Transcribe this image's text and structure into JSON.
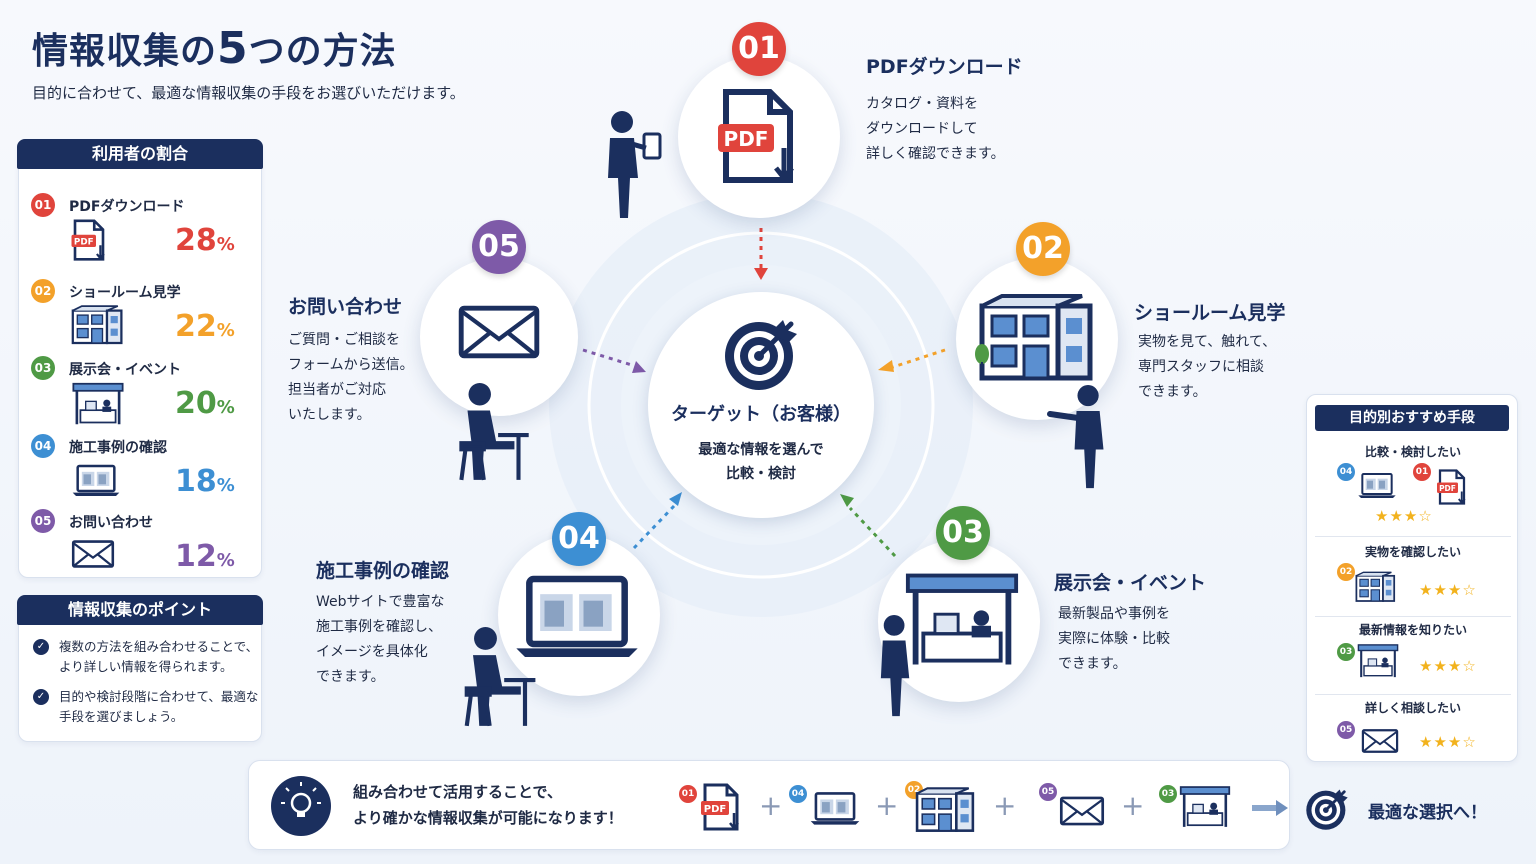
{
  "header": {
    "title_pre": "情報収集の",
    "title_num": "5",
    "title_post": "つの方法",
    "subtitle": "目的に合わせて、最適な情報収集の手段をお選びいただけます。"
  },
  "usage": {
    "title": "利用者の割合",
    "items": [
      {
        "num": "01",
        "label": "PDFダウンロード",
        "value": "28",
        "unit": "%"
      },
      {
        "num": "02",
        "label": "ショールーム見学",
        "value": "22",
        "unit": "%"
      },
      {
        "num": "03",
        "label": "展示会・イベント",
        "value": "20",
        "unit": "%"
      },
      {
        "num": "04",
        "label": "施工事例の確認",
        "value": "18",
        "unit": "%"
      },
      {
        "num": "05",
        "label": "お問い合わせ",
        "value": "12",
        "unit": "%"
      }
    ]
  },
  "points": {
    "title": "情報収集のポイント",
    "items": [
      "複数の方法を組み合わせることで、より詳しい情報を得られます。",
      "目的や検討段階に合わせて、最適な手段を選びましょう。"
    ]
  },
  "methods": [
    {
      "num": "01",
      "title": "PDFダウンロード",
      "desc": "カタログ・資料を\nダウンロードして\n詳しく確認できます。",
      "icon_text": "PDF"
    },
    {
      "num": "02",
      "title": "ショールーム見学",
      "desc": "実物を見て、触れて、\n専門スタッフに相談\nできます。"
    },
    {
      "num": "03",
      "title": "展示会・イベント",
      "desc": "最新製品や事例を\n実際に体験・比較\nできます。"
    },
    {
      "num": "04",
      "title": "施工事例の確認",
      "desc": "Webサイトで豊富な\n施工事例を確認し、\nイメージを具体化\nできます。"
    },
    {
      "num": "05",
      "title": "お問い合わせ",
      "desc": "ご質問・ご相談を\nフォームから送信。\n担当者がご対応\nいたします。"
    }
  ],
  "target": {
    "title": "ターゲット（お客様）",
    "desc": "最適な情報を選んで\n比較・検討"
  },
  "recommend": {
    "title": "目的別おすすめ手段",
    "items": [
      {
        "label": "比較・検討したい",
        "badges": [
          "04",
          "01"
        ],
        "stars": "★★★☆"
      },
      {
        "label": "実物を確認したい",
        "badges": [
          "02"
        ],
        "stars": "★★★☆"
      },
      {
        "label": "最新情報を知りたい",
        "badges": [
          "03"
        ],
        "stars": "★★★☆"
      },
      {
        "label": "詳しく相談したい",
        "badges": [
          "05"
        ],
        "stars": "★★★☆"
      }
    ]
  },
  "bottom": {
    "text": "組み合わせて活用することで、\nより確かな情報収集が可能になります！",
    "sequence": [
      "01",
      "04",
      "02",
      "05",
      "03"
    ],
    "final": "最適な選択へ！"
  },
  "colors": {
    "navy": "#1b2f5e",
    "m01": "#e0443c",
    "m02": "#f3a12a",
    "m03": "#4f9a45",
    "m04": "#3d8fd3",
    "m05": "#7e5aa8"
  }
}
